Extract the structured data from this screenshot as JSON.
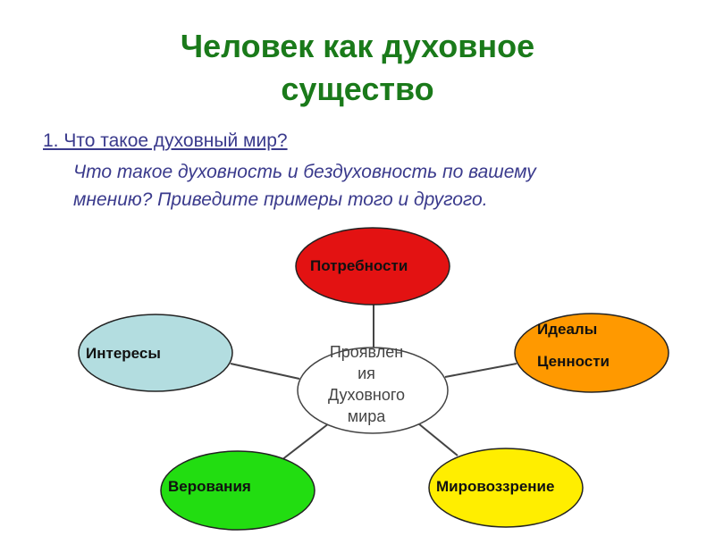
{
  "title": {
    "line1": "Человек как духовное",
    "line2": "существо"
  },
  "question": {
    "heading": "1. Что такое духовный мир?",
    "line1": "Что такое духовность и бездуховность по вашему",
    "line2": "мнению? Приведите примеры того и другого."
  },
  "diagram": {
    "center": {
      "line1": "Проявлен",
      "line2": "ия",
      "line3": "Духовного",
      "line4": "мира"
    },
    "nodes": {
      "needs": {
        "label": "Потребности",
        "color": "#e31212"
      },
      "interests": {
        "label": "Интересы",
        "color": "#b3dde0"
      },
      "ideals": {
        "label1": "Идеалы",
        "label2": "Ценности",
        "color": "#ff9900"
      },
      "beliefs": {
        "label": "Верования",
        "color": "#22dd11"
      },
      "worldview": {
        "label": "Мировоззрение",
        "color": "#ffee00"
      }
    }
  }
}
